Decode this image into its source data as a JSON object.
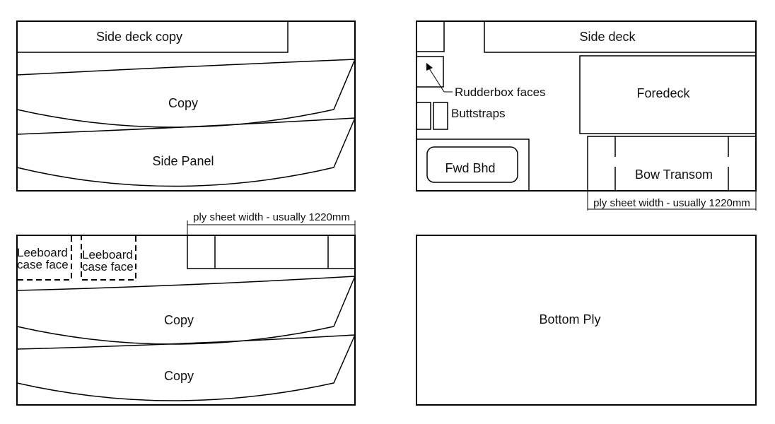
{
  "sheet_top_left": {
    "side_deck_copy": "Side deck copy",
    "panel_upper": "Copy",
    "panel_lower": "Side Panel"
  },
  "sheet_top_right": {
    "side_deck": "Side deck",
    "rudderbox_faces": "Rudderbox faces",
    "buttstraps": "Buttstraps",
    "foredeck": "Foredeck",
    "fwd_bhd": "Fwd Bhd",
    "bow_transom": "Bow Transom",
    "dimension_label": "ply sheet width - usually 1220mm"
  },
  "sheet_bottom_left": {
    "dimension_label": "ply sheet width - usually 1220mm",
    "leeboard_1_line1": "Leeboard",
    "leeboard_1_line2": "case face",
    "leeboard_2_line1": "Leeboard",
    "leeboard_2_line2": "case face",
    "panel_upper": "Copy",
    "panel_lower": "Copy"
  },
  "sheet_bottom_right": {
    "bottom_ply": "Bottom Ply"
  }
}
